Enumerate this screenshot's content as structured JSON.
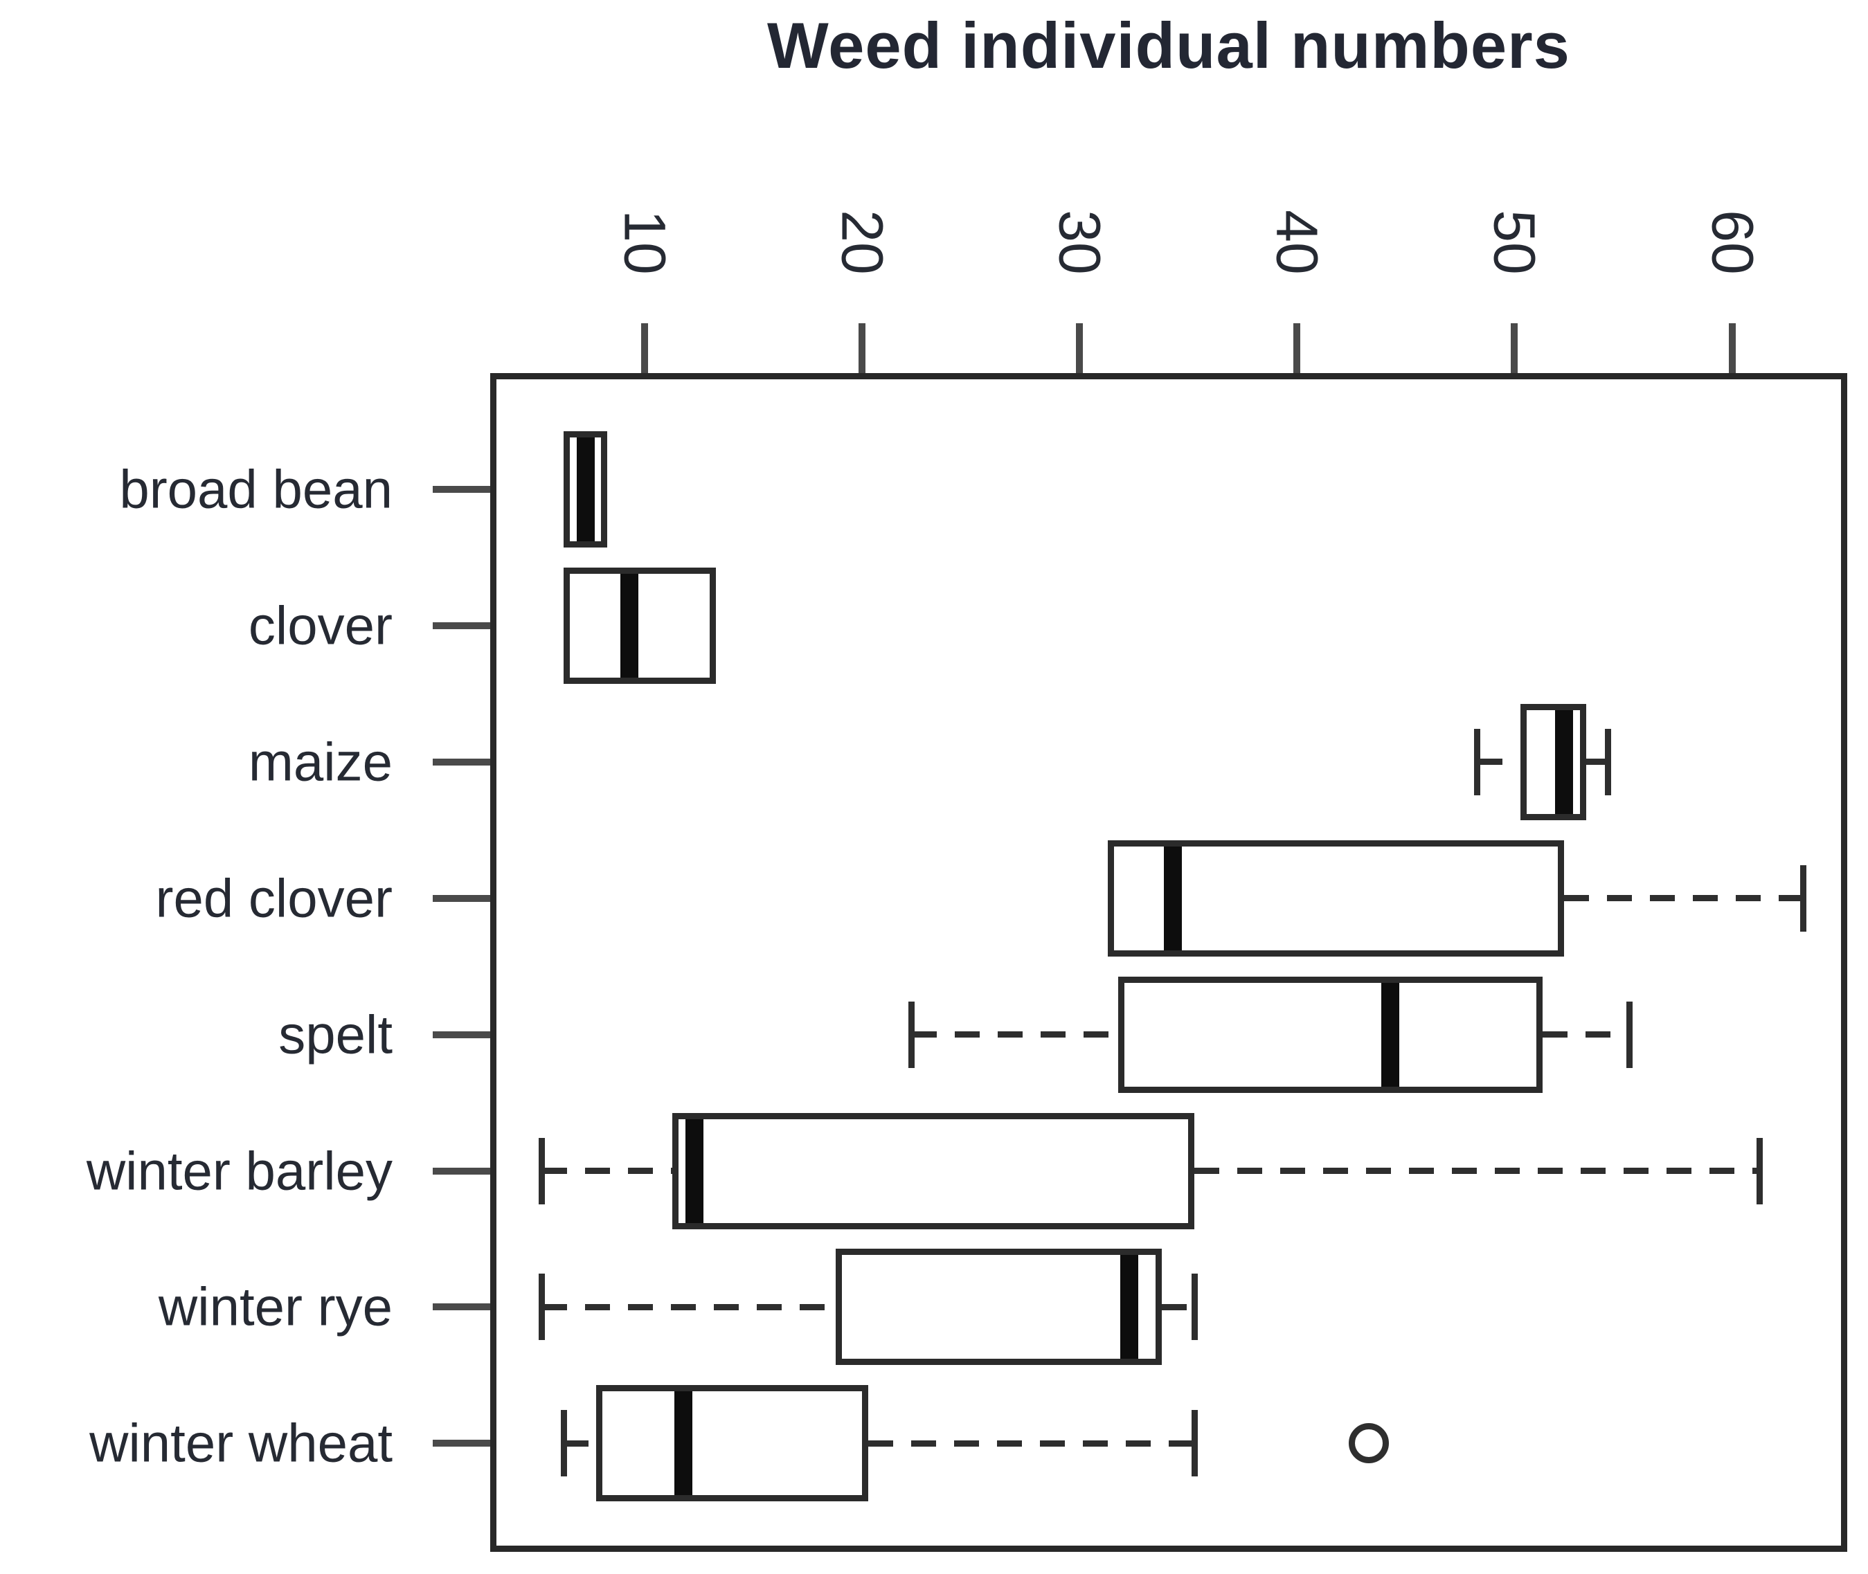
{
  "chart_data": {
    "type": "boxplot",
    "orientation": "horizontal",
    "title": "Weed individual numbers",
    "xlabel": "",
    "ylabel": "",
    "axis": {
      "position": "top",
      "ticks": [
        10,
        20,
        30,
        40,
        50,
        60
      ],
      "xlim": [
        2.9,
        65.3
      ],
      "grid": false
    },
    "categories": [
      "broad bean",
      "clover",
      "maize",
      "red clover",
      "spelt",
      "winter barley",
      "winter rye",
      "winter wheat"
    ],
    "series": [
      {
        "name": "broad bean",
        "min": 6,
        "q1": 6,
        "median": 7,
        "q3": 8,
        "max": 8,
        "outliers": []
      },
      {
        "name": "clover",
        "min": 6,
        "q1": 6,
        "median": 9,
        "q3": 13,
        "max": 13,
        "outliers": []
      },
      {
        "name": "maize",
        "min": 48,
        "q1": 50,
        "median": 52,
        "q3": 53,
        "max": 54,
        "outliers": []
      },
      {
        "name": "red clover",
        "min": 31,
        "q1": 31,
        "median": 34,
        "q3": 52,
        "max": 63,
        "outliers": []
      },
      {
        "name": "spelt",
        "min": 22,
        "q1": 31.5,
        "median": 44,
        "q3": 51,
        "max": 55,
        "outliers": []
      },
      {
        "name": "winter barley",
        "min": 5,
        "q1": 11,
        "median": 12,
        "q3": 35,
        "max": 61,
        "outliers": []
      },
      {
        "name": "winter rye",
        "min": 5,
        "q1": 18.5,
        "median": 32,
        "q3": 33.5,
        "max": 35,
        "outliers": []
      },
      {
        "name": "winter wheat",
        "min": 6,
        "q1": 7.5,
        "median": 11.5,
        "q3": 20,
        "max": 35,
        "outliers": [
          43
        ]
      }
    ],
    "style": {
      "line_color": "#2b2b2b",
      "median_color": "#0d0d0d",
      "text_color": "#262a33",
      "box_fill": "#ffffff",
      "whisker_line_style": "dashed",
      "background": "#ffffff"
    }
  }
}
